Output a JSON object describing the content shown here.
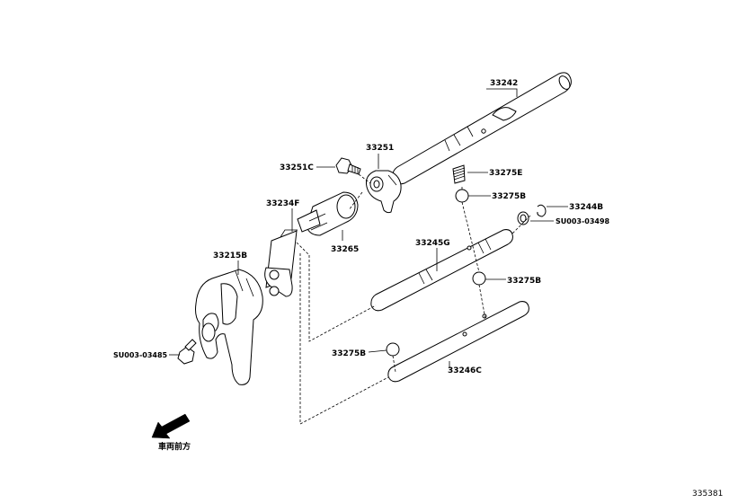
{
  "parts": [
    {
      "id": "p33242",
      "label": "33242"
    },
    {
      "id": "p33251",
      "label": "33251"
    },
    {
      "id": "p33251C",
      "label": "33251C"
    },
    {
      "id": "p33275E",
      "label": "33275E"
    },
    {
      "id": "p33275B_1",
      "label": "33275B"
    },
    {
      "id": "p33244B",
      "label": "33244B"
    },
    {
      "id": "pSU0003_03498",
      "label": "SU003-03498"
    },
    {
      "id": "p33234F",
      "label": "33234F"
    },
    {
      "id": "p33265",
      "label": "33265"
    },
    {
      "id": "p33245G",
      "label": "33245G"
    },
    {
      "id": "p33215B",
      "label": "33215B"
    },
    {
      "id": "p33275B_2",
      "label": "33275B"
    },
    {
      "id": "pSU0003_03485",
      "label": "SU003-03485"
    },
    {
      "id": "p33275B_3",
      "label": "33275B"
    },
    {
      "id": "p33246C",
      "label": "33246C"
    }
  ],
  "direction_label": "車両前方",
  "diagram_ref": "335381"
}
